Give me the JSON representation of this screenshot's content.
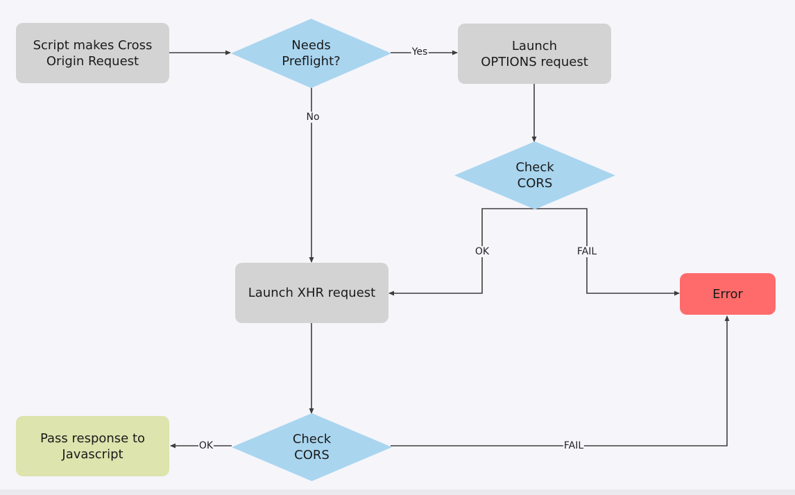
{
  "diagram": {
    "nodes": {
      "script_request": {
        "label": "Script makes Cross\nOrigin Request"
      },
      "needs_preflight": {
        "label": "Needs\nPreflight?"
      },
      "launch_options": {
        "label": "Launch\nOPTIONS request"
      },
      "check_cors_top": {
        "label": "Check\nCORS"
      },
      "launch_xhr": {
        "label": "Launch XHR request"
      },
      "error": {
        "label": "Error"
      },
      "check_cors_bottom": {
        "label": "Check\nCORS"
      },
      "pass_response": {
        "label": "Pass response to\nJavascript"
      }
    },
    "edge_labels": {
      "yes": "Yes",
      "no": "No",
      "ok_top": "OK",
      "fail_top": "FAIL",
      "ok_bottom": "OK",
      "fail_bottom": "FAIL"
    },
    "colors": {
      "process_box": "#d3d3d3",
      "decision": "#a9d5ef",
      "error_box": "#ff6b6b",
      "success_box": "#dde4ad",
      "connector": "#3d3d3d",
      "background": "#f6f5fa"
    }
  }
}
